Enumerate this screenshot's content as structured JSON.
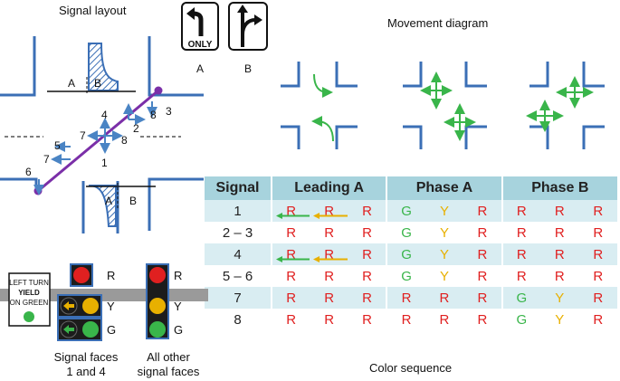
{
  "titles": {
    "signal_layout": "Signal layout",
    "movement_diagram": "Movement diagram",
    "color_sequence": "Color sequence"
  },
  "signs": {
    "a_text": "ONLY",
    "a_label": "A",
    "b_label": "B"
  },
  "layout": {
    "lane_labels": {
      "a_top": "A",
      "b_top": "B",
      "a_bottom": "A",
      "b_bottom": "B"
    },
    "movement_numbers": {
      "n1": "1",
      "n2": "2",
      "n3": "3",
      "n4": "4",
      "n5": "5",
      "n6": "6",
      "n7a": "7",
      "n7b": "7",
      "n8a": "8",
      "n8b": "8"
    }
  },
  "faces": {
    "left_turn_sign": {
      "line1": "LEFT TURN",
      "line2": "YIELD",
      "line3": "ON GREEN"
    },
    "head_labels": {
      "r": "R",
      "y": "Y",
      "g": "G"
    },
    "caption_left": {
      "line1": "Signal faces",
      "line2": "1 and 4"
    },
    "caption_right": {
      "line1": "All other",
      "line2": "signal faces"
    }
  },
  "colors": {
    "red": "#e02020",
    "yellow": "#e8b000",
    "green": "#39b54a",
    "header": "#a7d3dd",
    "row_alt": "#d9edf2",
    "road": "#3b6fb6",
    "trajectory": "#7b2fa8"
  },
  "table": {
    "headers": {
      "signal": "Signal",
      "leading_a": "Leading A",
      "phase_a": "Phase A",
      "phase_b": "Phase B"
    },
    "rows": [
      {
        "signal": "1",
        "cells": [
          "R",
          "R",
          "R",
          "G",
          "Y",
          "R",
          "R",
          "R",
          "R"
        ],
        "arrows": [
          "green-left",
          "yellow-left"
        ]
      },
      {
        "signal": "2 – 3",
        "cells": [
          "R",
          "R",
          "R",
          "G",
          "Y",
          "R",
          "R",
          "R",
          "R"
        ],
        "arrows": []
      },
      {
        "signal": "4",
        "cells": [
          "R",
          "R",
          "R",
          "G",
          "Y",
          "R",
          "R",
          "R",
          "R"
        ],
        "arrows": [
          "green-left",
          "yellow-left"
        ]
      },
      {
        "signal": "5 – 6",
        "cells": [
          "R",
          "R",
          "R",
          "G",
          "Y",
          "R",
          "R",
          "R",
          "R"
        ],
        "arrows": []
      },
      {
        "signal": "7",
        "cells": [
          "R",
          "R",
          "R",
          "R",
          "R",
          "R",
          "G",
          "Y",
          "R"
        ],
        "arrows": []
      },
      {
        "signal": "8",
        "cells": [
          "R",
          "R",
          "R",
          "R",
          "R",
          "R",
          "G",
          "Y",
          "R"
        ],
        "arrows": []
      }
    ]
  }
}
